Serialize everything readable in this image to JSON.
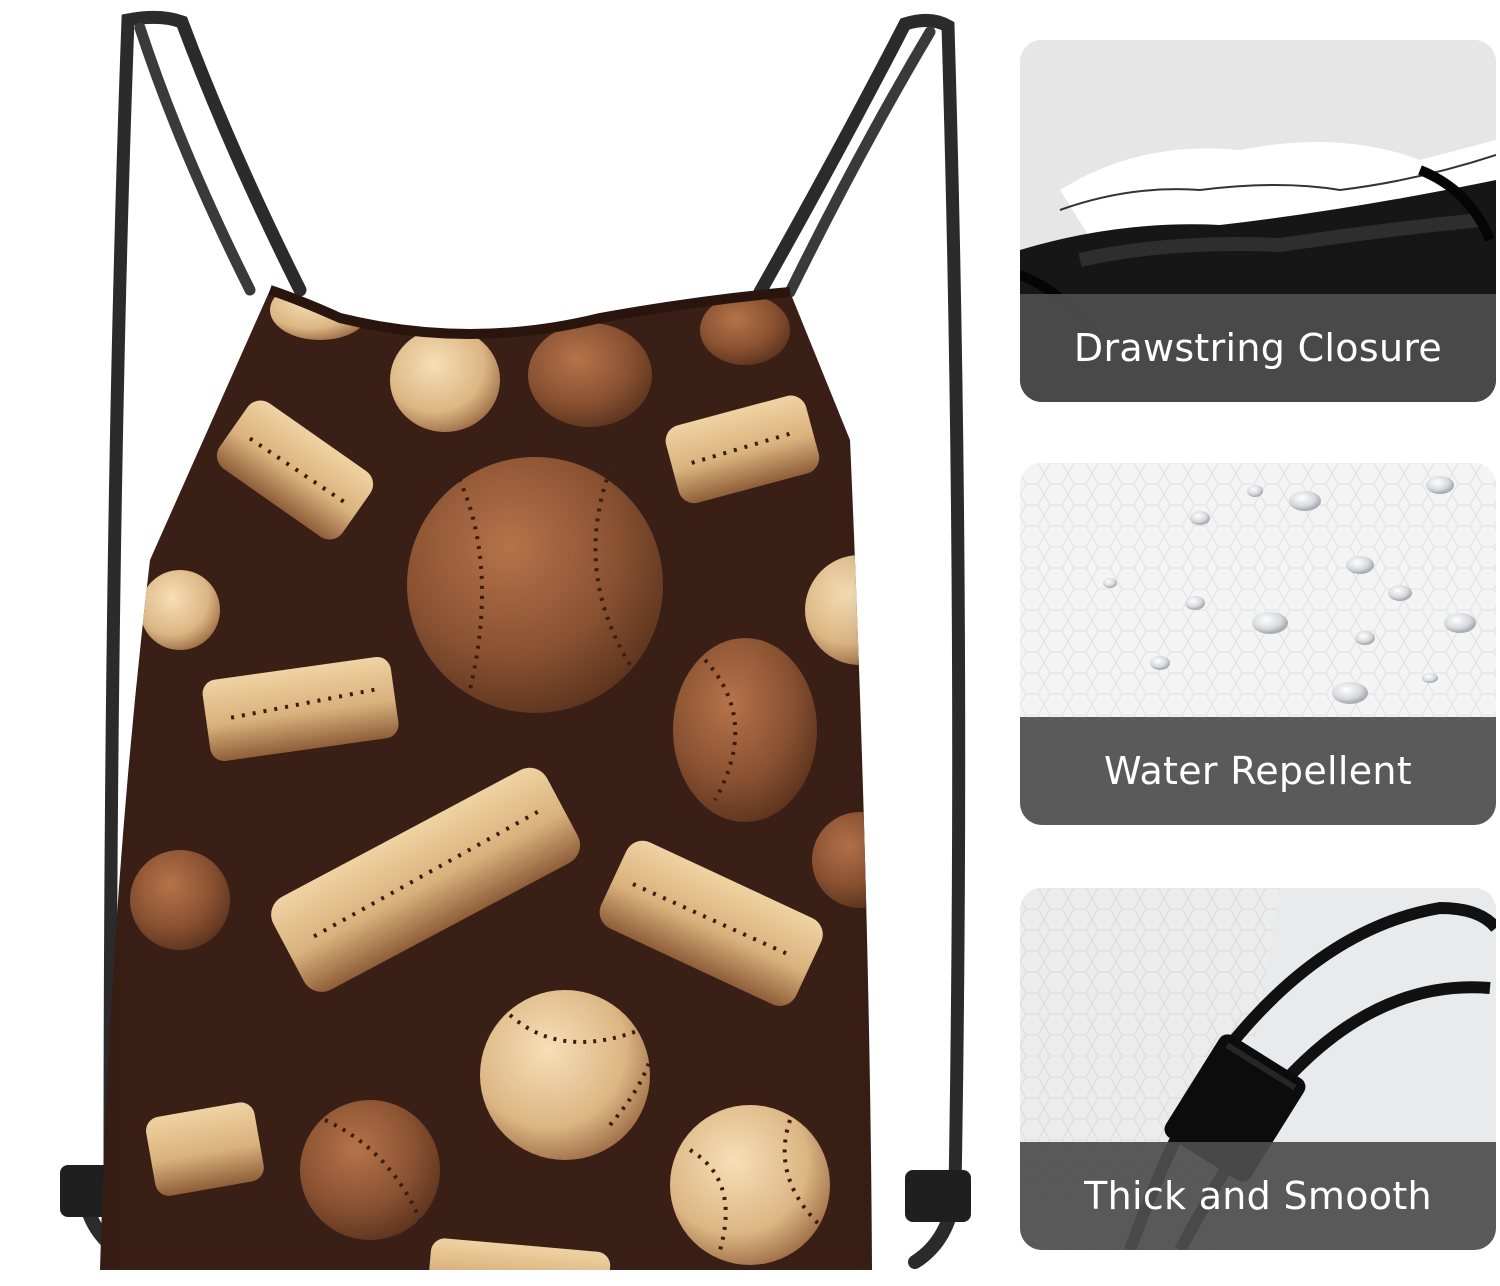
{
  "product": {
    "name": "baseball-pattern-drawstring-bag",
    "colors": {
      "bag_background": "#3a1f16",
      "ball_light": "#e9c997",
      "ball_dark": "#8a5232",
      "stitch": "#3b1d10",
      "cord": "#2b2b2b",
      "caption_bar": "#4e4e4e"
    }
  },
  "features": [
    {
      "label": "Drawstring Closure",
      "icon": "drawstring-closure-detail"
    },
    {
      "label": "Water Repellent",
      "icon": "water-droplets-detail"
    },
    {
      "label": "Thick and Smooth",
      "icon": "cord-loop-detail"
    }
  ]
}
